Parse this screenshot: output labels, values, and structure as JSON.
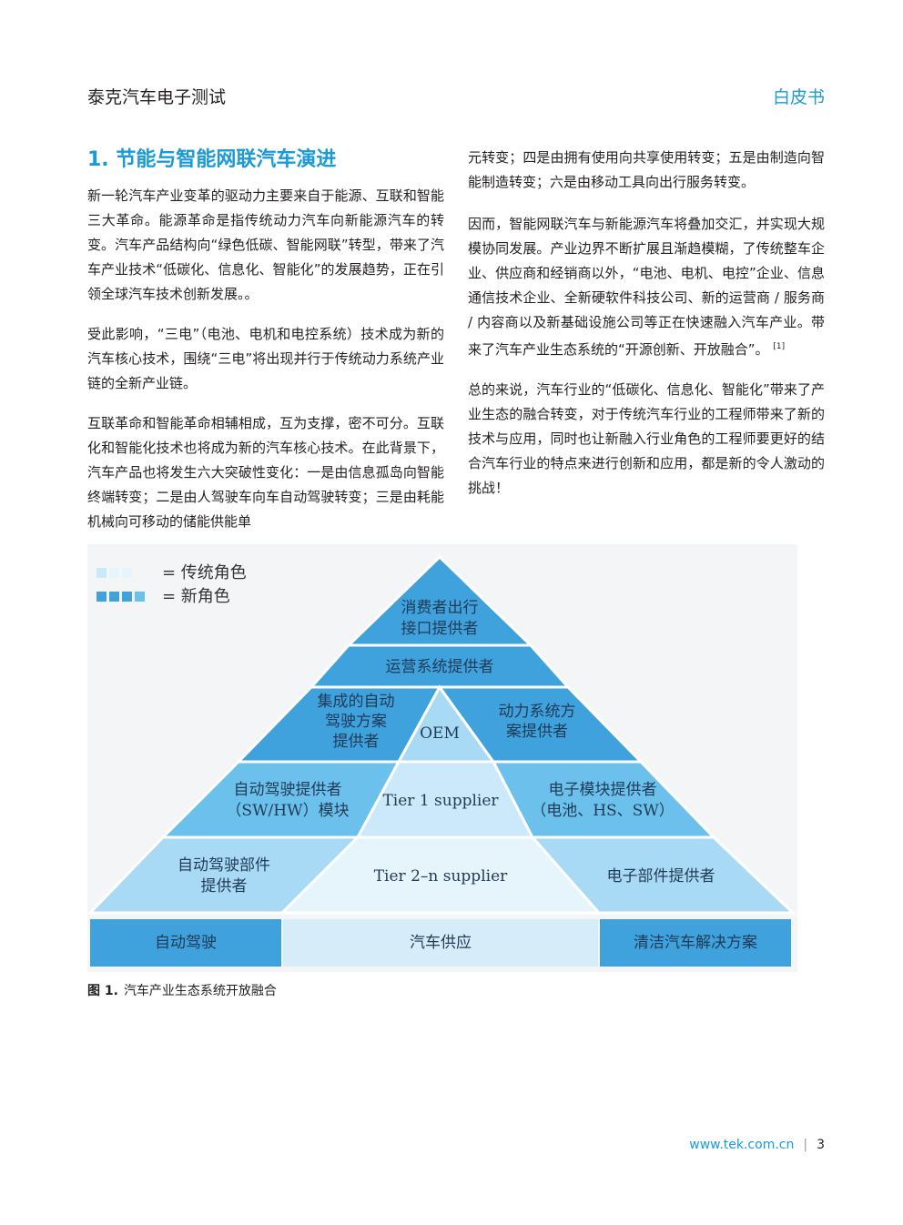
{
  "header": {
    "left_title": "泰克汽车电子测试",
    "right_title": "白皮书"
  },
  "section": {
    "title": "1. 节能与智能网联汽车演进"
  },
  "left_paragraphs": [
    "新一轮汽车产业变革的驱动力主要来自于能源、互联和智能三大革命。能源革命是指传统动力汽车向新能源汽车的转变。汽车产品结构向“绿色低碳、智能网联”转型，带来了汽车产业技术“低碳化、信息化、智能化”的发展趋势，正在引领全球汽车技术创新发展。。",
    "受此影响，“三电”（电池、电机和电控系统）技术成为新的汽车核心技术，围绕“三电”将出现并行于传统动力系统产业链的全新产业链。",
    "互联革命和智能革命相辅相成，互为支撑，密不可分。互联化和智能化技术也将成为新的汽车核心技术。在此背景下，汽车产品也将发生六大突破性变化：一是由信息孤岛向智能终端转变；二是由人驾驶车向车自动驾驶转变；三是由耗能机械向可移动的储能供能单"
  ],
  "right_paragraphs": [
    "元转变；四是由拥有使用向共享使用转变；五是由制造向智能制造转变；六是由移动工具向出行服务转变。",
    "因而，智能网联汽车与新能源汽车将叠加交汇，并实现大规模协同发展。产业边界不断扩展且渐趋模糊，了传统整车企业、供应商和经销商以外，“电池、电机、电控”企业、信息通信技术企业、全新硬软件科技公司、新的运营商 / 服务商 / 内容商以及新基础设施公司等正在快速融入汽车产业。带来了汽车产业生态系统的“开源创新、开放融合”。",
    "总的来说，汽车行业的“低碳化、信息化、智能化”带来了产业生态的融合转变，对于传统汽车行业的工程师带来了新的技术与应用，同时也让新融入行业角色的工程师要更好的结合汽车行业的特点来进行创新和应用，都是新的令人激动的挑战！"
  ],
  "citation": "[1]",
  "figure": {
    "legend": {
      "traditional": "= 传统角色",
      "new": "= 新角色"
    },
    "labels": {
      "top_line1": "消费者出行",
      "top_line2": "接口提供者",
      "operator": "运营系统提供者",
      "ad_int_l1": "集成的自动",
      "ad_int_l2": "驾驶方案",
      "ad_int_l3": "提供者",
      "oem": "OEM",
      "power_l1": "动力系统方",
      "power_l2": "案提供者",
      "adp_l1": "自动驾驶提供者",
      "adp_l2": "（SW/HW）模块",
      "tier1": "Tier 1 supplier",
      "emod_l1": "电子模块提供者",
      "emod_l2": "（电池、HS、SW）",
      "adpart_l1": "自动驾驶部件",
      "adpart_l2": "提供者",
      "tier2": "Tier 2–n supplier",
      "eparts": "电子部件提供者",
      "base_left": "自动驾驶",
      "base_mid": "汽车供应",
      "base_right": "清洁汽车解决方案"
    },
    "colors": {
      "dark": "#3fa2dc",
      "mid": "#6cc0ec",
      "light": "#a9daf5",
      "lighter": "#cbe9fa",
      "lightest": "#e6f4fc",
      "base_light": "#d6ecf9"
    }
  },
  "caption": {
    "label": "图 1.",
    "text": "汽车产业生态系统开放融合"
  },
  "footer": {
    "url": "www.tek.com.cn",
    "separator": "|",
    "page": "3"
  }
}
